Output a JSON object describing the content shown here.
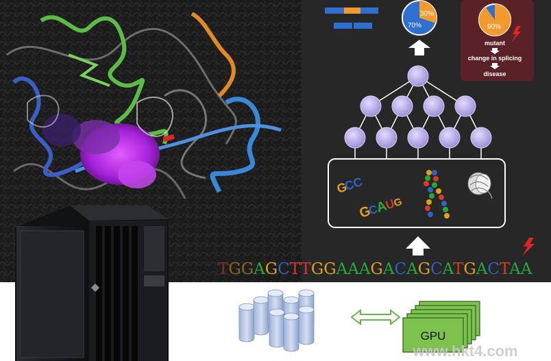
{
  "pie_main": {
    "minor_pct": "30%",
    "major_pct": "70%",
    "minor_fraction": 0.3
  },
  "pie_mutant": {
    "pct": "90%",
    "fraction": 0.9
  },
  "mutant_flow": {
    "step1": "mutant",
    "step2": "change in splicing",
    "step3": "disease"
  },
  "sequence": {
    "letters": [
      "T",
      "G",
      "G",
      "A",
      "G",
      "C",
      "T",
      "T",
      "G",
      "G",
      "A",
      "A",
      "A",
      "G",
      "A",
      "C",
      "A",
      "G",
      "C",
      "A",
      "T",
      "G",
      "A",
      "C",
      "T",
      "A",
      "A"
    ],
    "mutant_index": 25
  },
  "motifs": {
    "motif1": [
      "G",
      "C",
      "C"
    ],
    "motif2": [
      "G",
      "C",
      "A",
      "U",
      "G"
    ]
  },
  "gpu": {
    "label": "GPU"
  },
  "watermark": {
    "text": "www.hkt4.com"
  },
  "colors": {
    "A": "#27a83a",
    "C": "#2e63c9",
    "G": "#e0a21a",
    "T": "#d63a2a",
    "U": "#d63a2a",
    "node": "#b7a8e3",
    "gpu_green": "#7dc24f",
    "cylinder": "#b9c8e3",
    "arrow_green": "#6ab04c",
    "bar_orange": "#f29a2e",
    "bar_blue": "#2e6fd0"
  }
}
